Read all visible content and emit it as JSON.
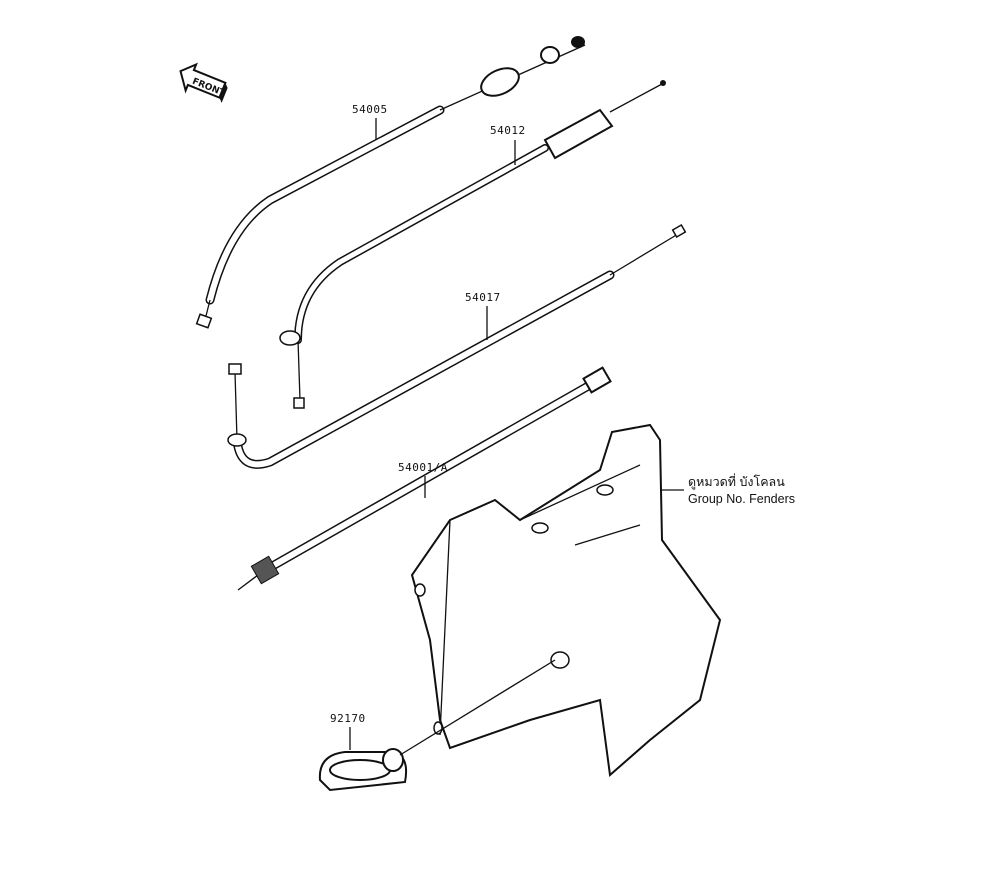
{
  "diagram": {
    "front_badge": "FRONT",
    "parts": [
      {
        "number": "54005"
      },
      {
        "number": "54012"
      },
      {
        "number": "54017"
      },
      {
        "number": "54001/A"
      },
      {
        "number": "92170"
      }
    ],
    "reference_note": {
      "thai": "ดูหมวดที่ บังโคลน",
      "english": "Group No. Fenders"
    }
  }
}
